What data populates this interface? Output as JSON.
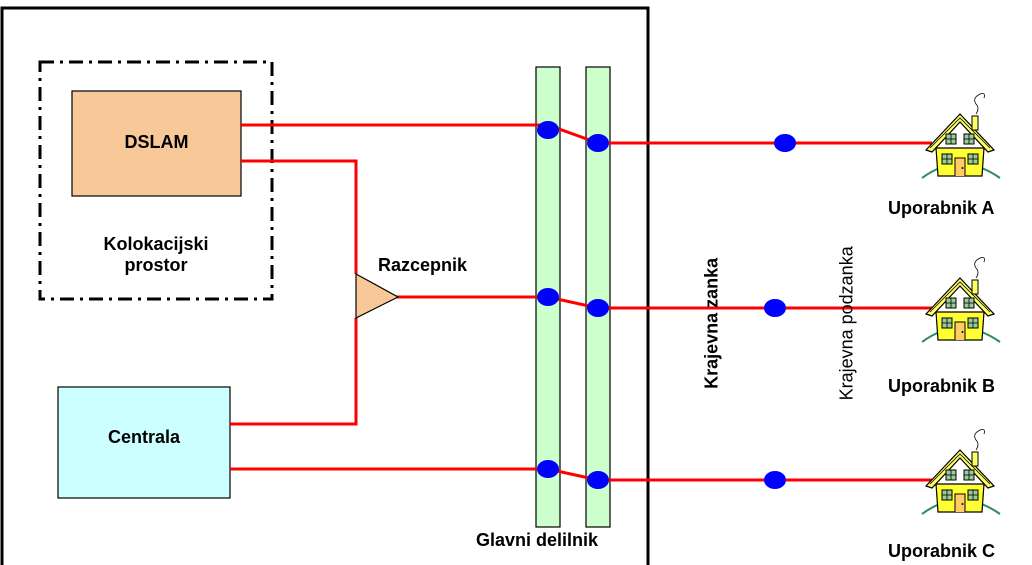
{
  "labels": {
    "dslam": "DSLAM",
    "colocation_line1": "Kolokacijski",
    "colocation_line2": "prostor",
    "splitter": "Razcepnik",
    "exchange": "Centrala",
    "main_distribution_frame": "Glavni delilnik",
    "local_loop": "Krajevna  zanka",
    "local_subloop": "Krajevna  podzanka"
  },
  "users": [
    {
      "name": "Uporabnik A"
    },
    {
      "name": "Uporabnik B"
    },
    {
      "name": "Uporabnik C"
    }
  ],
  "colors": {
    "line": "#ff0000",
    "node": "#0000ff",
    "dslam_fill": "#f9c898",
    "exchange_fill": "#ccffff",
    "frame_bar_fill": "#ccffcc",
    "splitter_fill": "#f9c898",
    "house_fill": "#ffff33",
    "roof_fill": "#ffff66",
    "ground": "#2e8b57"
  }
}
